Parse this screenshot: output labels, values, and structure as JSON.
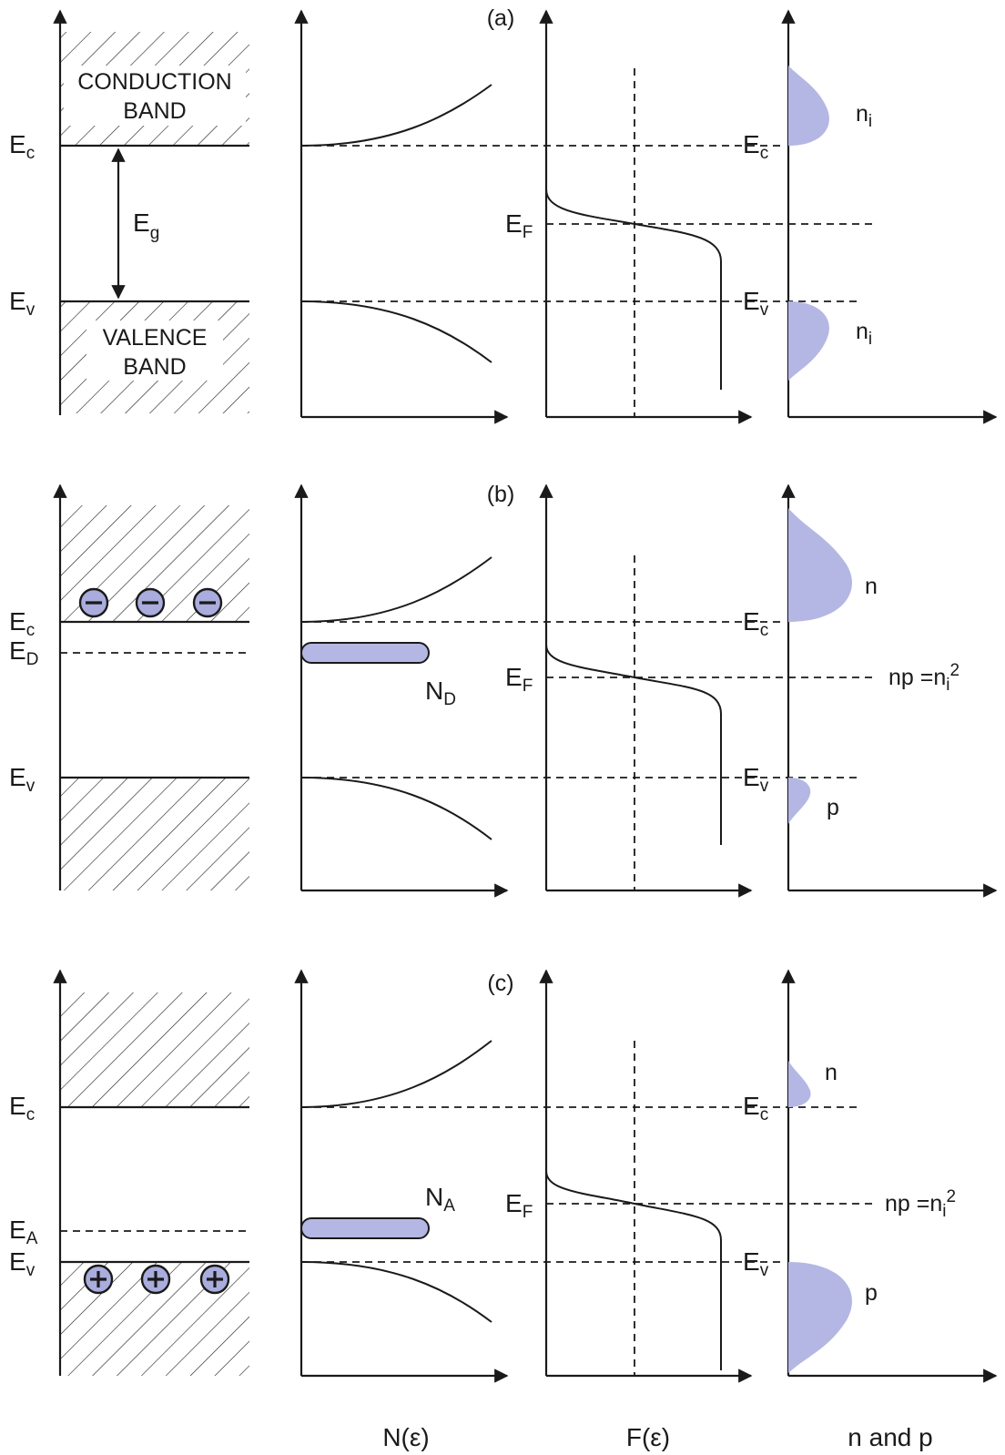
{
  "labels": {
    "ec": "E",
    "ec_sub": "c",
    "ev": "E",
    "ev_sub": "v",
    "eg": "E",
    "eg_sub": "g",
    "ed": "E",
    "ed_sub": "D",
    "ea": "E",
    "ea_sub": "A",
    "ef": "E",
    "ef_sub": "F",
    "conduction_1": "CONDUCTION",
    "conduction_2": "BAND",
    "valence_1": "VALENCE",
    "valence_2": "BAND",
    "ni": "n",
    "ni_sub": "i",
    "n": "n",
    "p": "p",
    "nd": "N",
    "nd_sub": "D",
    "na": "N",
    "na_sub": "A",
    "np_main": "np =n",
    "np_sub": "i",
    "np_sup": "2"
  },
  "panels": [
    {
      "tag": "(a)"
    },
    {
      "tag": "(b)"
    },
    {
      "tag": "(c)"
    }
  ],
  "x_labels": {
    "dos": "N(ε)",
    "fermi": "F(ε)",
    "carriers": "n and p"
  },
  "colors": {
    "carrier_fill": "#b4b7e3",
    "line": "#1a1a1a"
  }
}
